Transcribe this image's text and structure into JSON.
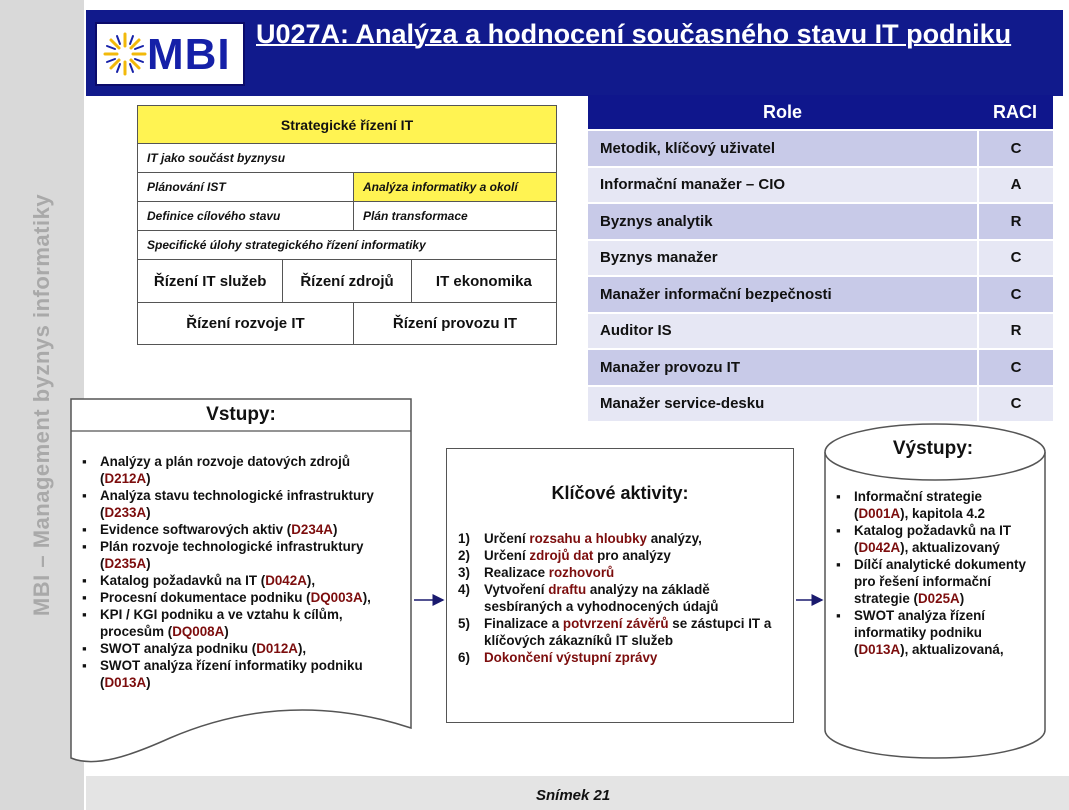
{
  "side_label": "MBI – Management byznys informatiky",
  "logo": {
    "text": "MBI"
  },
  "title": "U027A: Analýza a hodnocení současného stavu IT podniku",
  "strategic_table": {
    "header": "Strategické řízení IT",
    "row1": "IT jako součást byznysu",
    "row2_left": "Plánování IST",
    "row2_right": "Analýza informatiky a okolí",
    "row3_left": "Definice cílového stavu",
    "row3_right": "Plán transformace",
    "row4": "Specifické úlohy strategického řízení informatiky",
    "row5": [
      "Řízení IT služeb",
      "Řízení  zdrojů",
      "IT ekonomika"
    ],
    "row6": [
      "Řízení rozvoje IT",
      "Řízení provozu IT"
    ]
  },
  "raci": {
    "headers": {
      "role": "Role",
      "raci": "RACI"
    },
    "rows": [
      {
        "role": "Metodik, klíčový uživatel",
        "value": "C"
      },
      {
        "role": "Informační manažer – CIO",
        "value": "A"
      },
      {
        "role": "Byznys analytik",
        "value": "R"
      },
      {
        "role": "Byznys manažer",
        "value": "C"
      },
      {
        "role": "Manažer informační bezpečnosti",
        "value": "C"
      },
      {
        "role": "Auditor IS",
        "value": "R"
      },
      {
        "role": "Manažer provozu IT",
        "value": "C"
      },
      {
        "role": "Manažer service-desku",
        "value": "C"
      }
    ]
  },
  "inputs": {
    "title": "Vstupy:",
    "items": [
      {
        "text": "Analýzy  a plán rozvoje datových zdrojů (",
        "code": "D212A",
        "tail": ")"
      },
      {
        "text": "Analýza  stavu technologické infrastruktury (",
        "code": "D233A",
        "tail": ")"
      },
      {
        "text": "Evidence softwarových aktiv (",
        "code": "D234A",
        "tail": ")"
      },
      {
        "text": "Plán rozvoje technologické infrastruktury (",
        "code": "D235A",
        "tail": ")"
      },
      {
        "text": "Katalog požadavků na IT (",
        "code": "D042A",
        "tail": "),"
      },
      {
        "text": "Procesní dokumentace podniku (",
        "code": "DQ003A",
        "tail": "),"
      },
      {
        "text": "KPI / KGI podniku a ve vztahu k cílům, procesům (",
        "code": "DQ008A",
        "tail": ")"
      },
      {
        "text": "SWOT analýza podniku (",
        "code": "D012A",
        "tail": "),"
      },
      {
        "text": "SWOT analýza řízení informatiky podniku (",
        "code": "D013A",
        "tail": ")"
      }
    ]
  },
  "activities": {
    "title": "Klíčové aktivity:",
    "items": [
      {
        "num": "1)",
        "parts": [
          [
            "Určení ",
            false
          ],
          [
            "rozsahu a hloubky",
            true
          ],
          [
            " analýzy,",
            false
          ]
        ]
      },
      {
        "num": "2)",
        "parts": [
          [
            "Určení ",
            false
          ],
          [
            "zdrojů dat",
            true
          ],
          [
            " pro analýzy",
            false
          ]
        ]
      },
      {
        "num": "3)",
        "parts": [
          [
            "Realizace ",
            false
          ],
          [
            "rozhovorů",
            true
          ]
        ]
      },
      {
        "num": "4)",
        "parts": [
          [
            "Vytvoření ",
            false
          ],
          [
            "draftu",
            true
          ],
          [
            " analýzy na základě sesbíraných a vyhodnocených údajů",
            false
          ]
        ]
      },
      {
        "num": "5)",
        "parts": [
          [
            "Finalizace a ",
            false
          ],
          [
            "potvrzení závěrů",
            true
          ],
          [
            " se zástupci IT a klíčových zákazníků IT služeb",
            false
          ]
        ]
      },
      {
        "num": "6)",
        "parts": [
          [
            "Dokončení výstupní zprávy",
            true
          ]
        ]
      }
    ]
  },
  "outputs": {
    "title": "Výstupy:",
    "items": [
      {
        "text": "Informační strategie (",
        "code": "D001A",
        "tail": "), kapitola 4.2"
      },
      {
        "text": "Katalog požadavků na IT (",
        "code": "D042A",
        "tail": "), aktualizovaný"
      },
      {
        "text": "Dílčí analytické dokumenty pro řešení informační strategie (",
        "code": "D025A",
        "tail": ")"
      },
      {
        "text": "SWOT analýza řízení informatiky podniku (",
        "code": "D013A",
        "tail": "), aktualizovaná,"
      }
    ]
  },
  "footer": "Snímek  21",
  "colors": {
    "header_blue": "#111a8c",
    "highlight_yellow": "#fff352",
    "code_red": "#7c0d0d"
  }
}
